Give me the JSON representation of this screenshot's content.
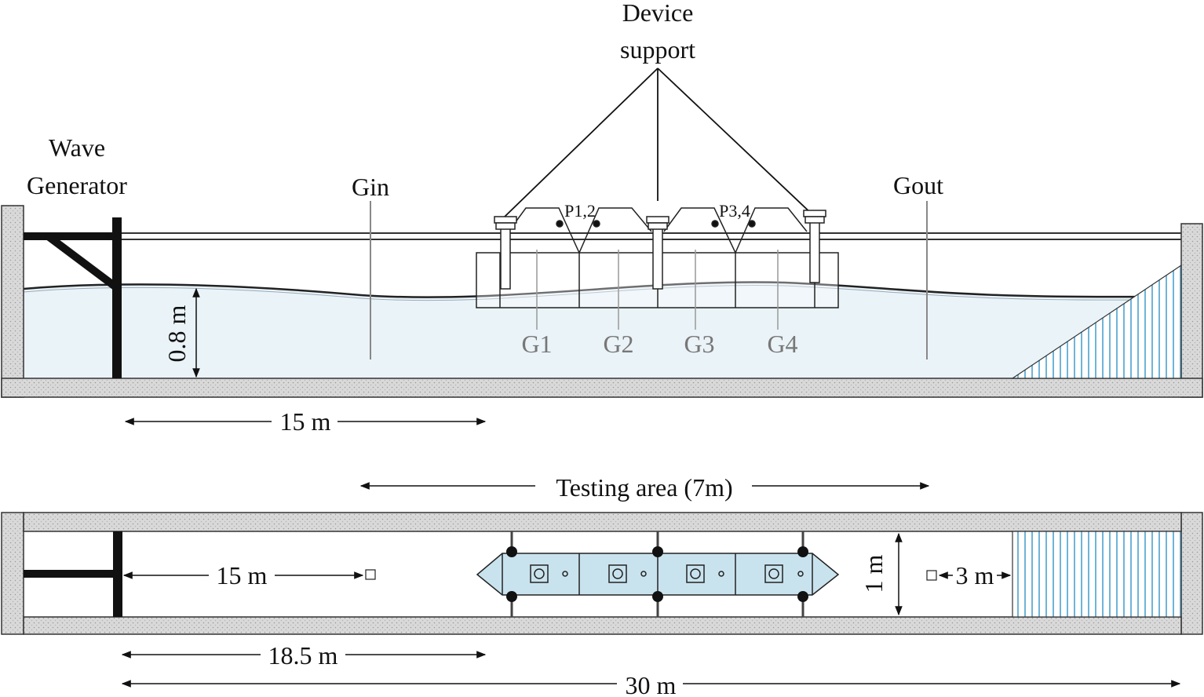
{
  "labels": {
    "device_support_1": "Device",
    "device_support_2": "support",
    "wave_generator_1": "Wave",
    "wave_generator_2": "Generator",
    "gin": "Gin",
    "gout": "Gout",
    "p12": "P1,2",
    "p34": "P3,4",
    "g1": "G1",
    "g2": "G2",
    "g3": "G3",
    "g4": "G4",
    "depth": "0.8 m",
    "dist_15_side": "15 m",
    "testing_area": "Testing area (7m)",
    "dist_15_plan": "15 m",
    "width_1m": "1 m",
    "dist_3m": "3 m",
    "dist_18_5": "18.5 m",
    "dist_30": "30 m"
  },
  "colors": {
    "water": "#eaf3f7",
    "wall_fill": "#d9d9d9",
    "device_fill": "#c9e3ee",
    "beach_stripe": "#6fb4d8",
    "ink": "#111111",
    "gauge": "#888888"
  }
}
